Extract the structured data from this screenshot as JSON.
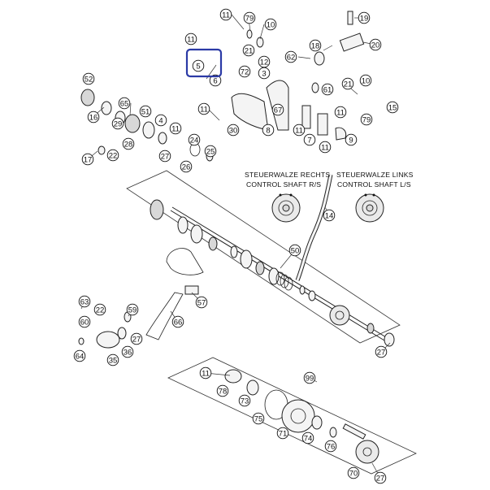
{
  "captions": {
    "right_title_line1": "STEUERWALZE RECHTS",
    "right_title_line2": "CONTROL SHAFT R/S",
    "left_title_line1": "STEUERWALZE LINKS",
    "left_title_line2": "CONTROL SHAFT L/S"
  },
  "callouts": [
    {
      "label": "11"
    },
    {
      "label": "79"
    },
    {
      "label": "10"
    },
    {
      "label": "19"
    },
    {
      "label": "11"
    },
    {
      "label": "21"
    },
    {
      "label": "18"
    },
    {
      "label": "20"
    },
    {
      "label": "5"
    },
    {
      "label": "12"
    },
    {
      "label": "62"
    },
    {
      "label": "6"
    },
    {
      "label": "72"
    },
    {
      "label": "3"
    },
    {
      "label": "52"
    },
    {
      "label": "21"
    },
    {
      "label": "10"
    },
    {
      "label": "61"
    },
    {
      "label": "65"
    },
    {
      "label": "51"
    },
    {
      "label": "11"
    },
    {
      "label": "67"
    },
    {
      "label": "11"
    },
    {
      "label": "79"
    },
    {
      "label": "15"
    },
    {
      "label": "16"
    },
    {
      "label": "29"
    },
    {
      "label": "4"
    },
    {
      "label": "11"
    },
    {
      "label": "30"
    },
    {
      "label": "8"
    },
    {
      "label": "11"
    },
    {
      "label": "28"
    },
    {
      "label": "24"
    },
    {
      "label": "7"
    },
    {
      "label": "9"
    },
    {
      "label": "11"
    },
    {
      "label": "17"
    },
    {
      "label": "22"
    },
    {
      "label": "27"
    },
    {
      "label": "25"
    },
    {
      "label": "26"
    },
    {
      "label": "14"
    },
    {
      "label": "50"
    },
    {
      "label": "63"
    },
    {
      "label": "22"
    },
    {
      "label": "59"
    },
    {
      "label": "57"
    },
    {
      "label": "60"
    },
    {
      "label": "66"
    },
    {
      "label": "27"
    },
    {
      "label": "64"
    },
    {
      "label": "36"
    },
    {
      "label": "35"
    },
    {
      "label": "27"
    },
    {
      "label": "99"
    },
    {
      "label": "11"
    },
    {
      "label": "78"
    },
    {
      "label": "73"
    },
    {
      "label": "75"
    },
    {
      "label": "71"
    },
    {
      "label": "74"
    },
    {
      "label": "76"
    },
    {
      "label": "70"
    },
    {
      "label": "27"
    }
  ],
  "highlight": {
    "color": "#2b3aa6"
  }
}
